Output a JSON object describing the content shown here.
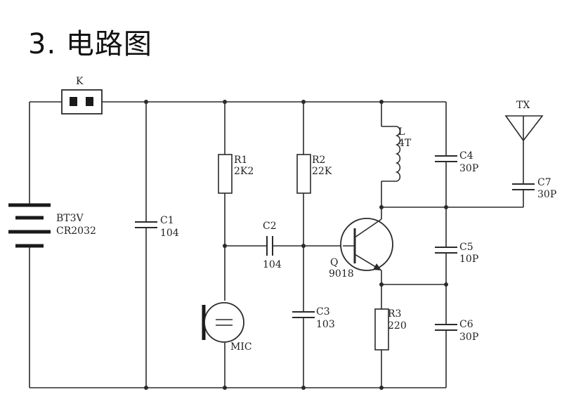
{
  "title": "3. 电路图",
  "labels": {
    "k": "K",
    "bt_name": "BT3V",
    "bt_model": "CR2032",
    "c1_name": "C1",
    "c1_val": "104",
    "r1_name": "R1",
    "r1_val": "2K2",
    "r2_name": "R2",
    "r2_val": "22K",
    "c2_name": "C2",
    "c2_val": "104",
    "c3_name": "C3",
    "c3_val": "103",
    "mic": "MIC",
    "l_name": "L",
    "l_val": "4T",
    "c4_name": "C4",
    "c4_val": "30P",
    "q_name": "Q",
    "q_val": "9018",
    "c5_name": "C5",
    "c5_val": "10P",
    "r3_name": "R3",
    "r3_val": "220",
    "c6_name": "C6",
    "c6_val": "30P",
    "tx": "TX",
    "c7_name": "C7",
    "c7_val": "30P"
  }
}
